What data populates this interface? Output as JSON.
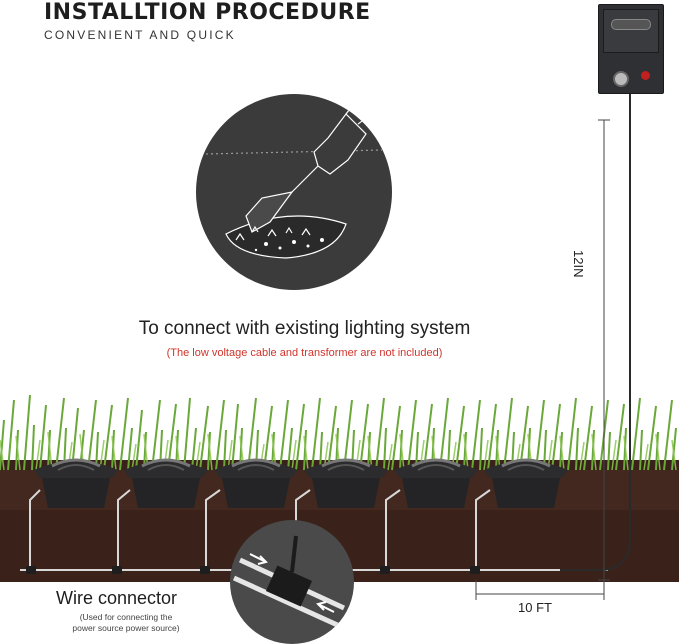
{
  "header": {
    "title": "INSTALLTION PROCEDURE",
    "subtitle": "CONVENIENT AND QUICK"
  },
  "captions": {
    "main": "To connect with existing lighting system",
    "note": "(The low voltage cable and transformer are not included)"
  },
  "dimensions": {
    "vertical": "12IN",
    "horizontal": "10 FT"
  },
  "wire_connector": {
    "title": "Wire connector",
    "note_line1": "(Used for connecting the",
    "note_line2": "power source power source)"
  },
  "colors": {
    "soil": "#3a221b",
    "grass": "#6aa83a",
    "light_body": "#2c2c2e",
    "accent_red": "#d0342c"
  },
  "icons": [
    "shovel-icon",
    "transformer-icon",
    "wire-connector-icon",
    "step-light-icon"
  ]
}
